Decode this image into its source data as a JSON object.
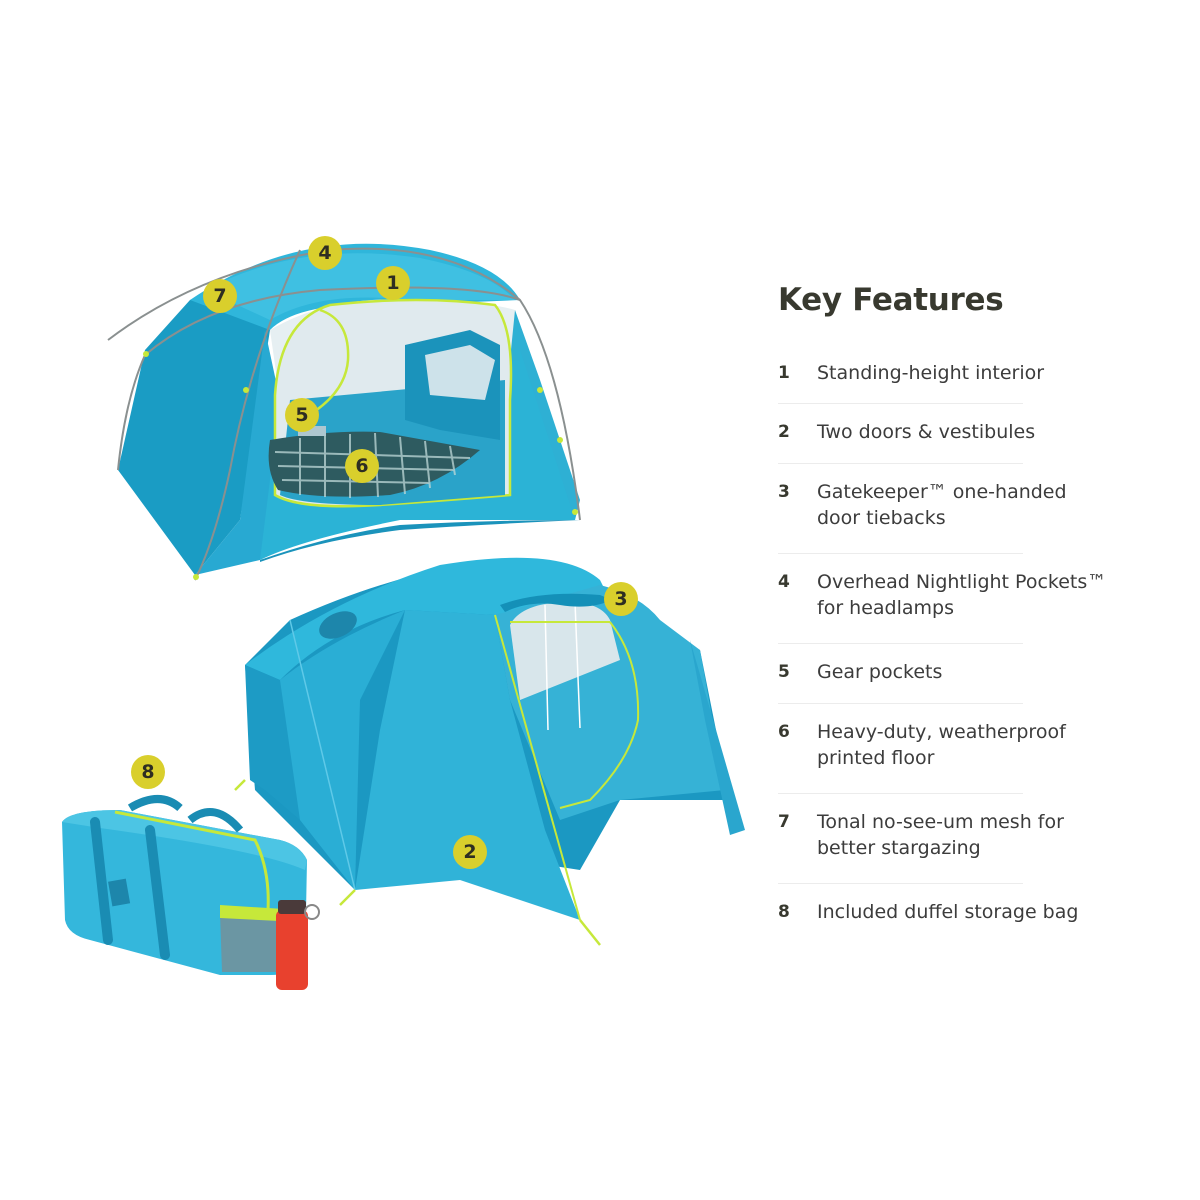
{
  "panel": {
    "title": "Key Features",
    "features": [
      {
        "num": "1",
        "line1": "Standing-height interior",
        "line2": ""
      },
      {
        "num": "2",
        "line1": "Two doors & vestibules",
        "line2": ""
      },
      {
        "num": "3",
        "line1": "Gatekeeper™ one-handed",
        "line2": "door tiebacks"
      },
      {
        "num": "4",
        "line1": "Overhead Nightlight Pockets™",
        "line2": "for headlamps"
      },
      {
        "num": "5",
        "line1": "Gear pockets",
        "line2": ""
      },
      {
        "num": "6",
        "line1": "Heavy-duty, weatherproof",
        "line2": "printed floor"
      },
      {
        "num": "7",
        "line1": "Tonal no-see-um mesh for",
        "line2": "better stargazing"
      },
      {
        "num": "8",
        "line1": "Included duffel storage bag",
        "line2": ""
      }
    ]
  },
  "callouts": [
    {
      "num": "1",
      "target": "interior"
    },
    {
      "num": "2",
      "target": "door-vestibule"
    },
    {
      "num": "3",
      "target": "door-tieback"
    },
    {
      "num": "4",
      "target": "nightlight-pocket"
    },
    {
      "num": "5",
      "target": "gear-pocket"
    },
    {
      "num": "6",
      "target": "printed-floor"
    },
    {
      "num": "7",
      "target": "mesh"
    },
    {
      "num": "8",
      "target": "duffel-bag"
    }
  ],
  "colors": {
    "badge": "#d9cf2c",
    "tent_blue": "#2bb3d6",
    "tent_dark": "#1490b8",
    "accent_green": "#c6e83a",
    "text": "#38392f"
  }
}
